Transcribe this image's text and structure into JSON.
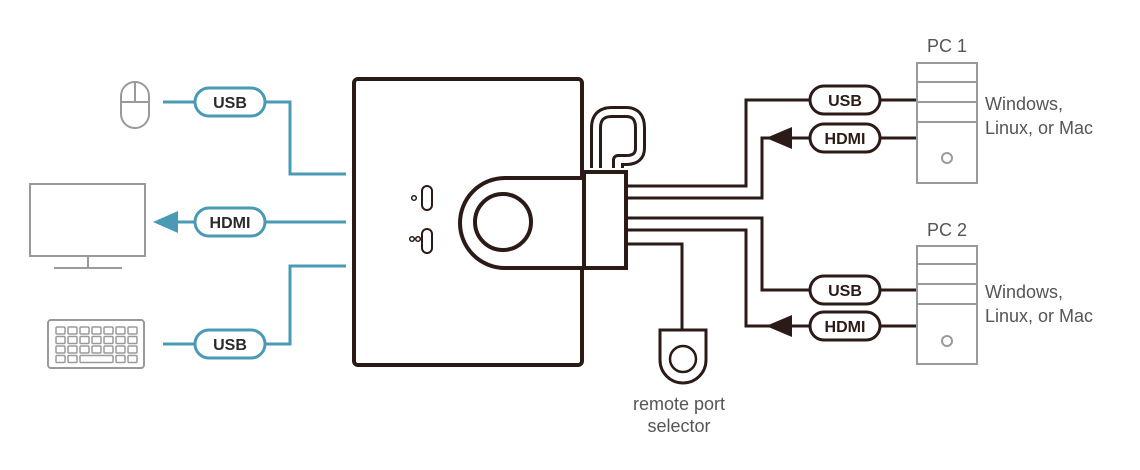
{
  "colors": {
    "host_line": "#4a9ab5",
    "pc_line": "#2b1a16",
    "device_gray": "#9a9a9a",
    "pill_fill": "#ffffff"
  },
  "left": {
    "mouse_port": "USB",
    "monitor_port": "HDMI",
    "keyboard_port": "USB"
  },
  "pcs": [
    {
      "name": "PC 1",
      "os": [
        "Windows,",
        "Linux, or Mac"
      ],
      "usb": "USB",
      "hdmi": "HDMI"
    },
    {
      "name": "PC 2",
      "os": [
        "Windows,",
        "Linux, or Mac"
      ],
      "usb": "USB",
      "hdmi": "HDMI"
    }
  ],
  "remote": {
    "label": [
      "remote port",
      "selector"
    ]
  },
  "icons": [
    "mouse-icon",
    "monitor-icon",
    "keyboard-icon",
    "pc-tower-icon",
    "kvm-switch-icon",
    "remote-selector-icon"
  ]
}
